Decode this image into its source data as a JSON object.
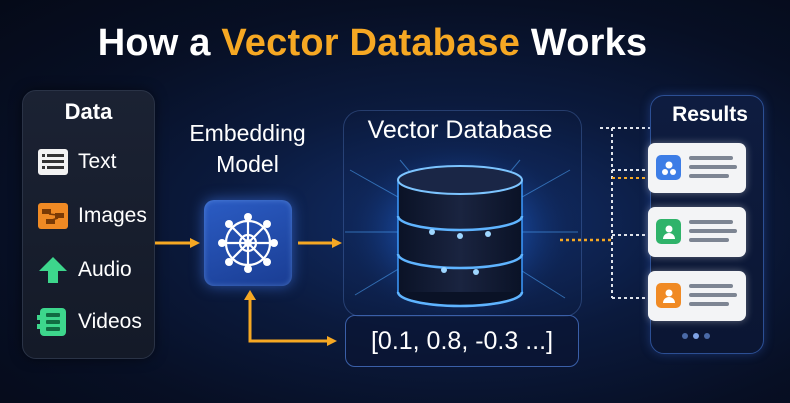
{
  "title": {
    "prefix": "How a ",
    "highlight": "Vector Database",
    "suffix": " Works"
  },
  "data_panel": {
    "title": "Data",
    "items": [
      {
        "label": "Text",
        "icon": "text-document-icon",
        "color": "#f2f2f2"
      },
      {
        "label": "Images",
        "icon": "image-icon",
        "color": "#f08a24"
      },
      {
        "label": "Audio",
        "icon": "arrow-up-icon",
        "color": "#3dd68c"
      },
      {
        "label": "Videos",
        "icon": "video-icon",
        "color": "#3dd68c"
      }
    ]
  },
  "embedding": {
    "line1": "Embedding",
    "line2": "Model",
    "icon": "neural-network-icon"
  },
  "vector_db": {
    "label": "Vector Database",
    "icon": "database-cylinder-icon",
    "vector_text": "[0.1, 0.8, -0.3 ...]"
  },
  "results": {
    "title": "Results",
    "cards": [
      {
        "icon": "user-avatar-icon",
        "color": "#3d7de6"
      },
      {
        "icon": "user-avatar-icon",
        "color": "#2fb36a"
      },
      {
        "icon": "user-avatar-icon",
        "color": "#f08a24"
      }
    ]
  },
  "colors": {
    "accent": "#f6a823",
    "arrow": "#f6a823",
    "glow": "#3d9bff"
  }
}
